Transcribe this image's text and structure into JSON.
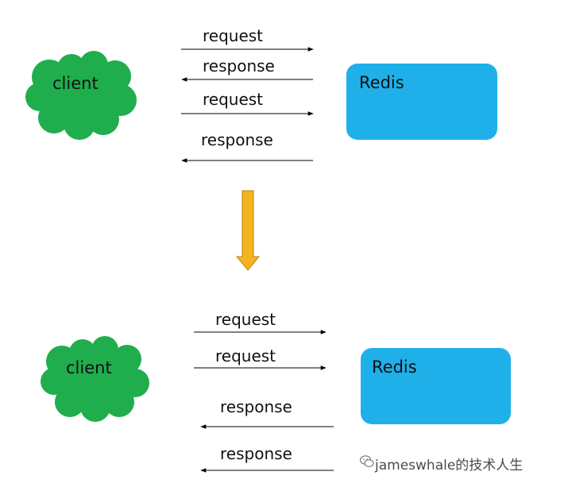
{
  "top": {
    "client_label": "client",
    "redis_label": "Redis",
    "messages": [
      "request",
      "response",
      "request",
      "response"
    ]
  },
  "bottom": {
    "client_label": "client",
    "redis_label": "Redis",
    "messages": [
      "request",
      "request",
      "response",
      "response"
    ]
  },
  "colors": {
    "client_cloud": "#1fad4e",
    "redis_box": "#1fb0ea",
    "transition_arrow": "#f5b320",
    "arrow_line": "#000000"
  },
  "watermark": "jameswhale的技术人生",
  "icons": {
    "watermark": "wechat-icon"
  }
}
